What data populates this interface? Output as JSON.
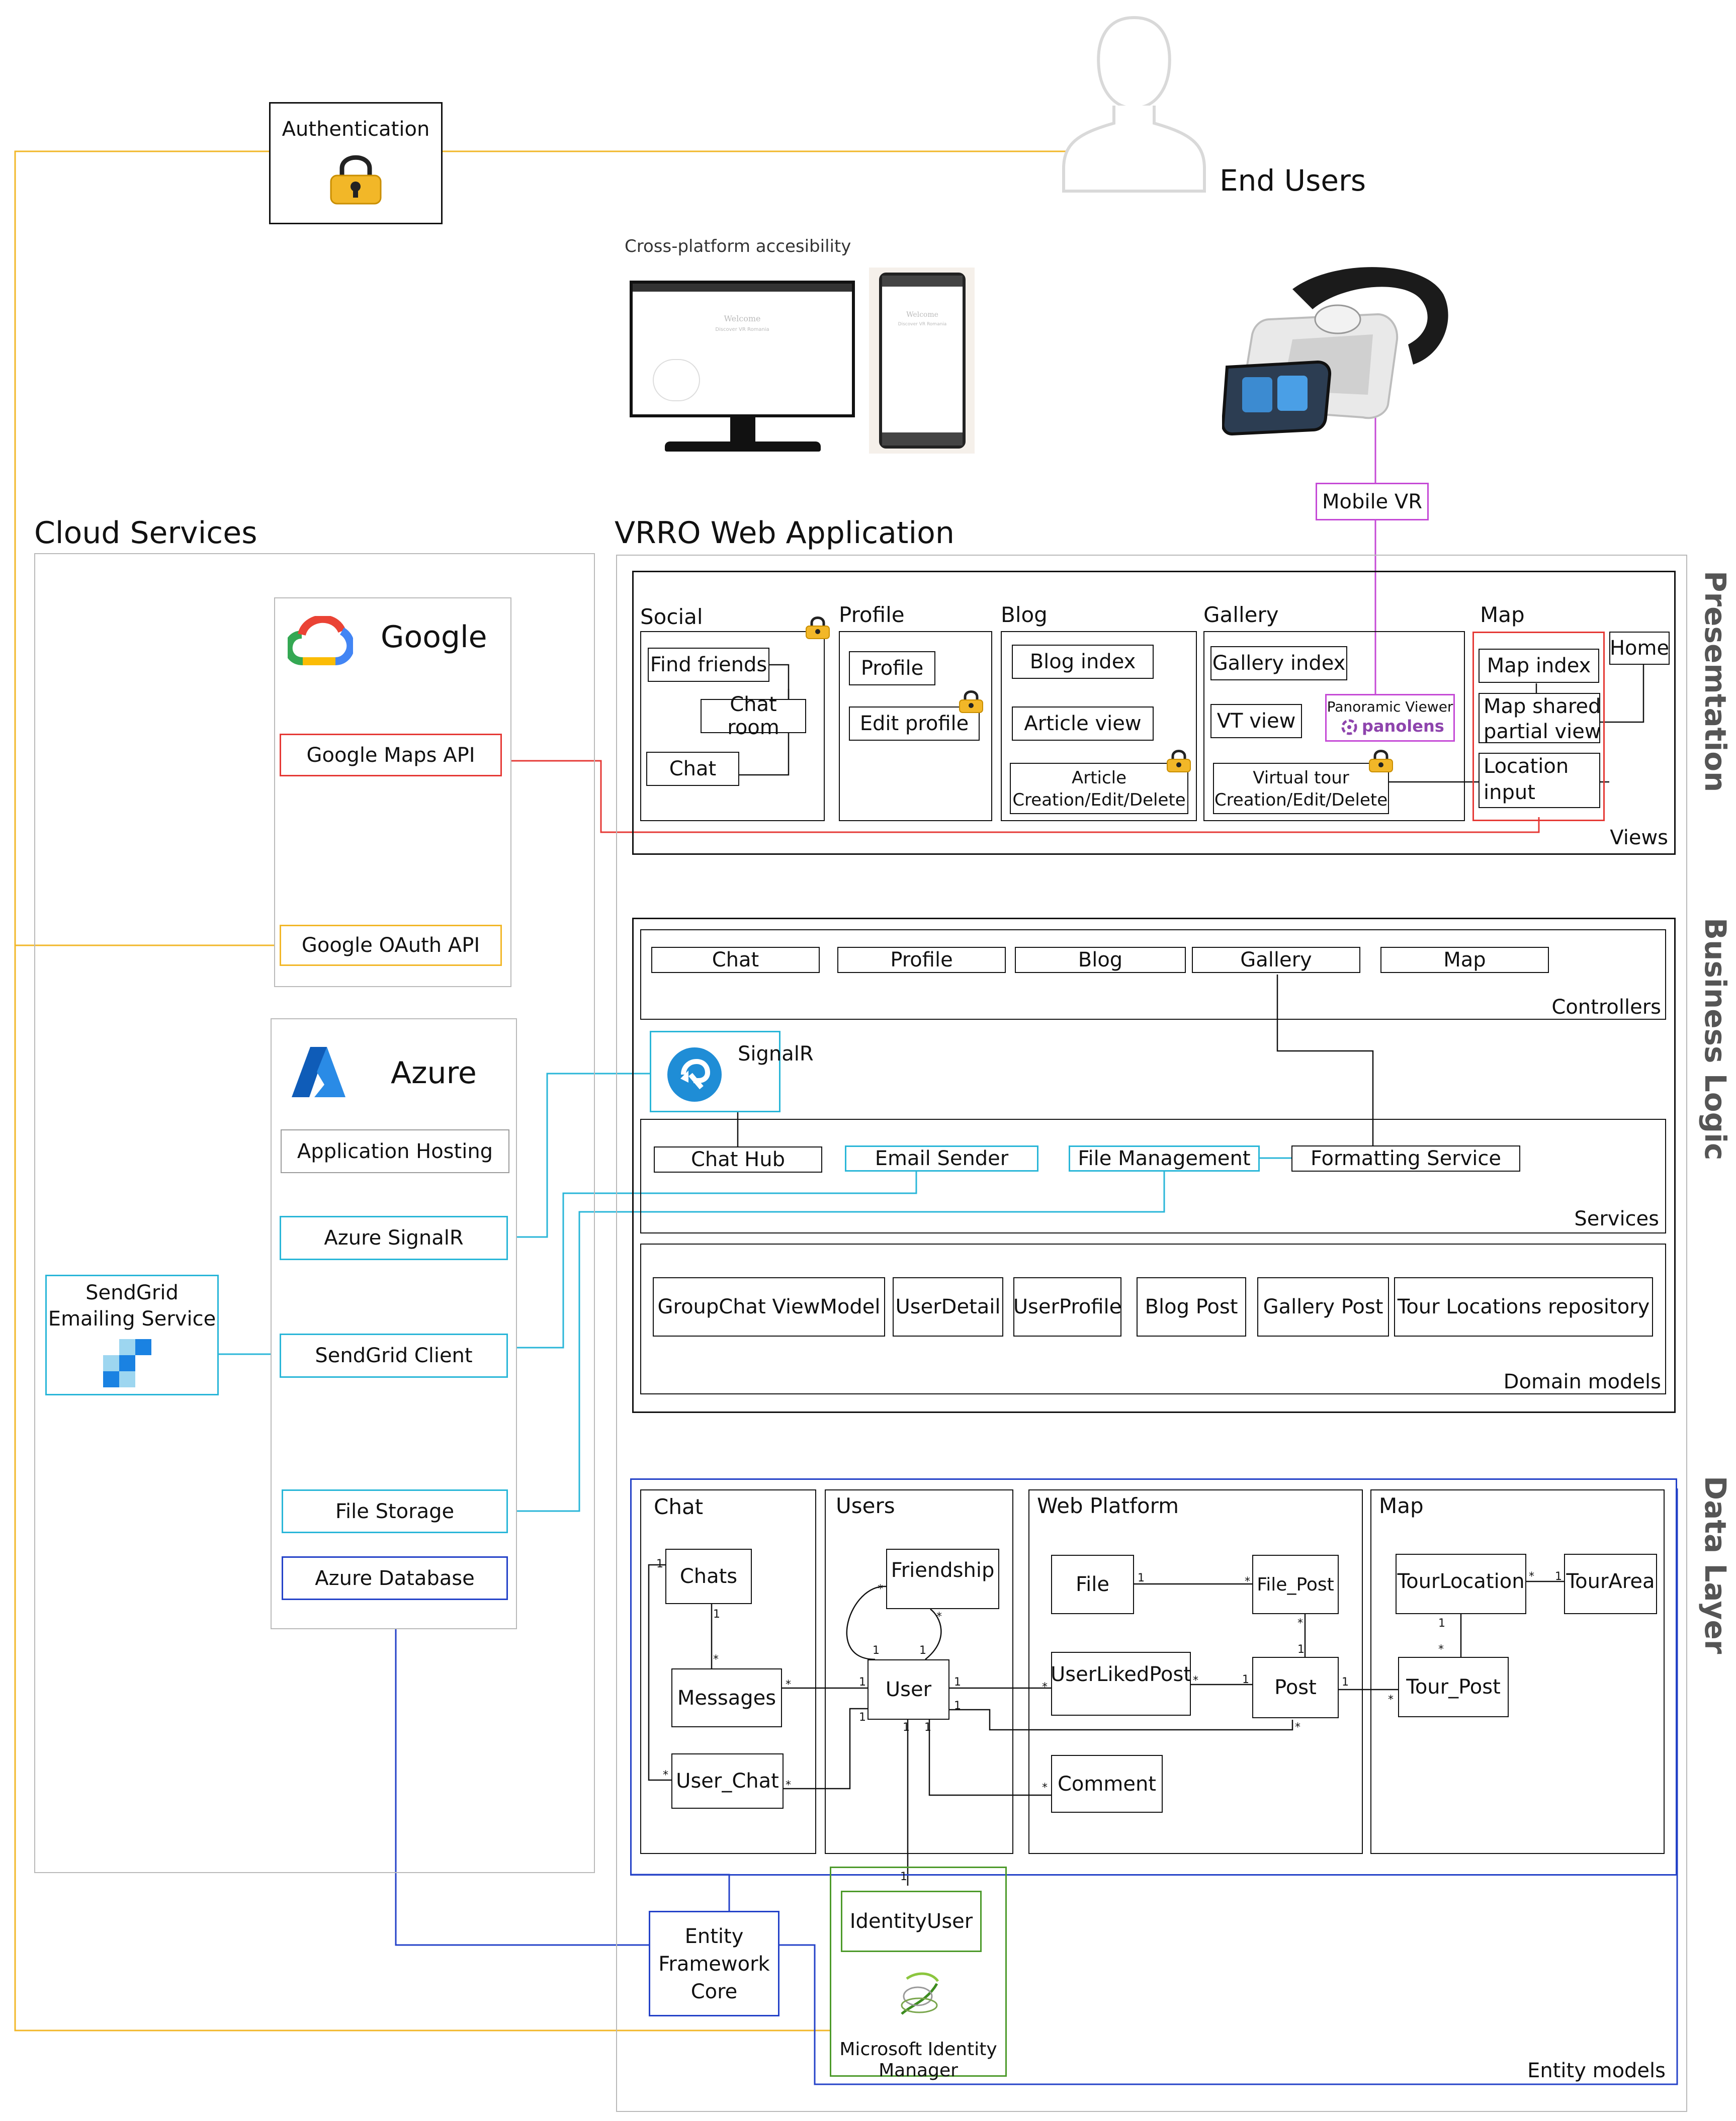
{
  "top": {
    "authentication": "Authentication",
    "end_users": "End Users",
    "cross_platform": "Cross-platform accesibility",
    "mobile_vr": "Mobile VR"
  },
  "devices": {
    "desktop_heading": "Welcome",
    "desktop_sub": "Discover VR Romania",
    "phone_heading": "Welcome",
    "phone_sub": "Discover VR Romania"
  },
  "cloud": {
    "title": "Cloud Services",
    "google": {
      "name": "Google",
      "maps_api": "Google Maps API",
      "oauth_api": "Google OAuth API"
    },
    "azure": {
      "name": "Azure",
      "app_hosting": "Application Hosting",
      "signalr": "Azure SignalR",
      "sendgrid_client": "SendGrid Client",
      "file_storage": "File Storage",
      "database": "Azure Database"
    },
    "sendgrid": {
      "line1": "SendGrid",
      "line2": "Emailing Service"
    }
  },
  "app": {
    "title": "VRRO Web Application",
    "sections": {
      "presentation": "Presemtation",
      "business": "Business Logic",
      "data": "Data Layer"
    },
    "views": {
      "label": "Views",
      "social": {
        "title": "Social",
        "find_friends": "Find friends",
        "chat_room": "Chat room",
        "chat": "Chat"
      },
      "profile": {
        "title": "Profile",
        "profile": "Profile",
        "edit_profile": "Edit profile"
      },
      "blog": {
        "title": "Blog",
        "blog_index": "Blog index",
        "article_view": "Article view",
        "article_cud_1": "Article",
        "article_cud_2": "Creation/Edit/Delete"
      },
      "gallery": {
        "title": "Gallery",
        "gallery_index": "Gallery index",
        "vt_view": "VT view",
        "panoramic_viewer": "Panoramic Viewer",
        "panolens": "panolens",
        "vt_cud_1": "Virtual tour",
        "vt_cud_2": "Creation/Edit/Delete"
      },
      "map": {
        "title": "Map",
        "map_index": "Map index",
        "map_shared_1": "Map shared",
        "map_shared_2": "partial view",
        "location_1": "Location",
        "location_2": "input",
        "home": "Home"
      }
    },
    "controllers": {
      "label": "Controllers",
      "items": [
        "Chat",
        "Profile",
        "Blog",
        "Gallery",
        "Map"
      ]
    },
    "services": {
      "label": "Services",
      "signalr": "SignalR",
      "chat_hub": "Chat Hub",
      "email_sender": "Email Sender",
      "file_management": "File Management",
      "formatting_service": "Formatting Service"
    },
    "domain_models": {
      "label": "Domain models",
      "items": [
        "GroupChat ViewModel",
        "UserDetail",
        "UserProfile",
        "Blog Post",
        "Gallery Post",
        "Tour Locations repository"
      ]
    },
    "data_layer": {
      "entity_models": "Entity models",
      "chat": {
        "title": "Chat",
        "chats": "Chats",
        "messages": "Messages",
        "user_chat": "User_Chat"
      },
      "users": {
        "title": "Users",
        "friendship": "Friendship",
        "user": "User"
      },
      "web_platform": {
        "title": "Web Platform",
        "file": "File",
        "file_post": "File_Post",
        "user_liked_post": "UserLikedPost",
        "post": "Post",
        "comment": "Comment"
      },
      "map": {
        "title": "Map",
        "tour_location": "TourLocation",
        "tour_area": "TourArea",
        "tour_post": "Tour_Post"
      },
      "identity_user": "IdentityUser",
      "identity_manager_1": "Microsoft Identity",
      "identity_manager_2": "Manager",
      "ef_core_1": "Entity",
      "ef_core_2": "Framework",
      "ef_core_3": "Core"
    },
    "multiplicity": {
      "one": "1",
      "many": "*"
    }
  },
  "colors": {
    "google_maps": "#e53935",
    "oauth": "#f2b728",
    "azure_cyan": "#29b6d8",
    "azure_blue": "#2442c8",
    "identity_green": "#4c9a2a",
    "vr_purple": "#c54ad6",
    "lock_gold": "#f2b728"
  }
}
